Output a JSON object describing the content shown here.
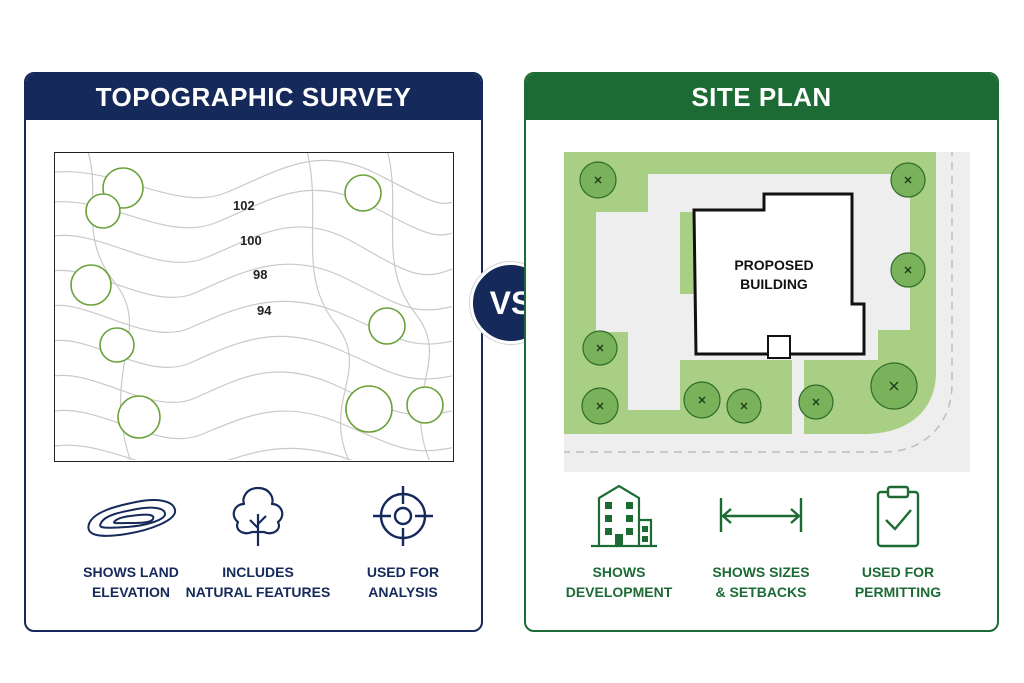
{
  "left_panel": {
    "title": "TOPOGRAPHIC SURVEY",
    "elevations": [
      "102",
      "100",
      "98",
      "94"
    ],
    "features": [
      {
        "icon": "contour-lines-icon",
        "label": "SHOWS LAND\nELEVATION"
      },
      {
        "icon": "tree-icon",
        "label": "INCLUDES\nNATURAL FEATURES"
      },
      {
        "icon": "crosshair-icon",
        "label": "USED FOR\nANALYSIS"
      }
    ]
  },
  "vs_label": "VS",
  "right_panel": {
    "title": "SITE PLAN",
    "building_label": [
      "PROPOSED",
      "BUILDING"
    ],
    "features": [
      {
        "icon": "building-icon",
        "label": "SHOWS\nDEVELOPMENT"
      },
      {
        "icon": "dimension-arrow-icon",
        "label": "SHOWS SIZES\n& SETBACKS"
      },
      {
        "icon": "clipboard-check-icon",
        "label": "USED FOR\nPERMITTING"
      }
    ]
  },
  "colors": {
    "navy": "#15295a",
    "green": "#1d6b34",
    "lawn": "#a9cf84",
    "paving": "#eeeeee"
  }
}
